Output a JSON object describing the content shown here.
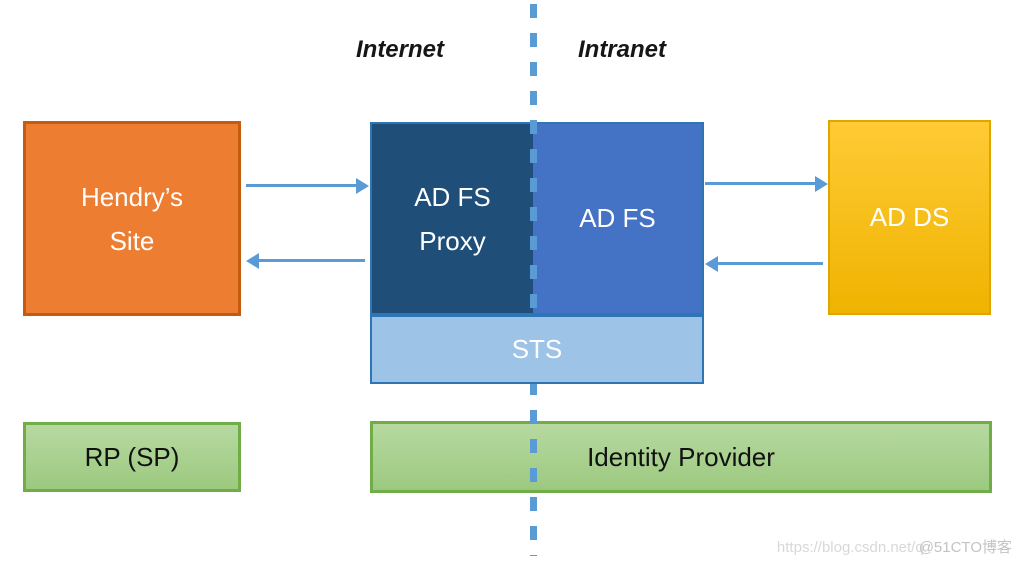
{
  "zones": {
    "left": "Internet",
    "right": "Intranet"
  },
  "nodes": {
    "hendrys_site": {
      "line1": "Hendry’s",
      "line2": "Site"
    },
    "adfs_proxy": {
      "line1": "AD FS",
      "line2": "Proxy"
    },
    "adfs": {
      "label": "AD FS"
    },
    "sts": {
      "label": "STS"
    },
    "ad_ds": {
      "label": "AD DS"
    },
    "rp_sp": {
      "label": "RP (SP)"
    },
    "identity_provider": {
      "label": "Identity Provider"
    }
  },
  "watermark": {
    "url": "https://blog.csdn.net/q",
    "badge": "@51CTO博客"
  },
  "colors": {
    "orange_fill": "#ED7D31",
    "orange_border": "#C55A11",
    "dark_blue_fill": "#1F4E79",
    "medium_blue_fill": "#4472C4",
    "light_blue_fill": "#9DC3E6",
    "blue_border": "#2E75B6",
    "arrow_and_divider_blue": "#5B9BD5",
    "gold_fill_top": "#FFCB35",
    "gold_fill_bottom": "#EFB300",
    "gold_border": "#DFA600",
    "green_fill_top": "#B7D9A1",
    "green_fill_bottom": "#9CC97F",
    "green_border": "#70AD47"
  }
}
